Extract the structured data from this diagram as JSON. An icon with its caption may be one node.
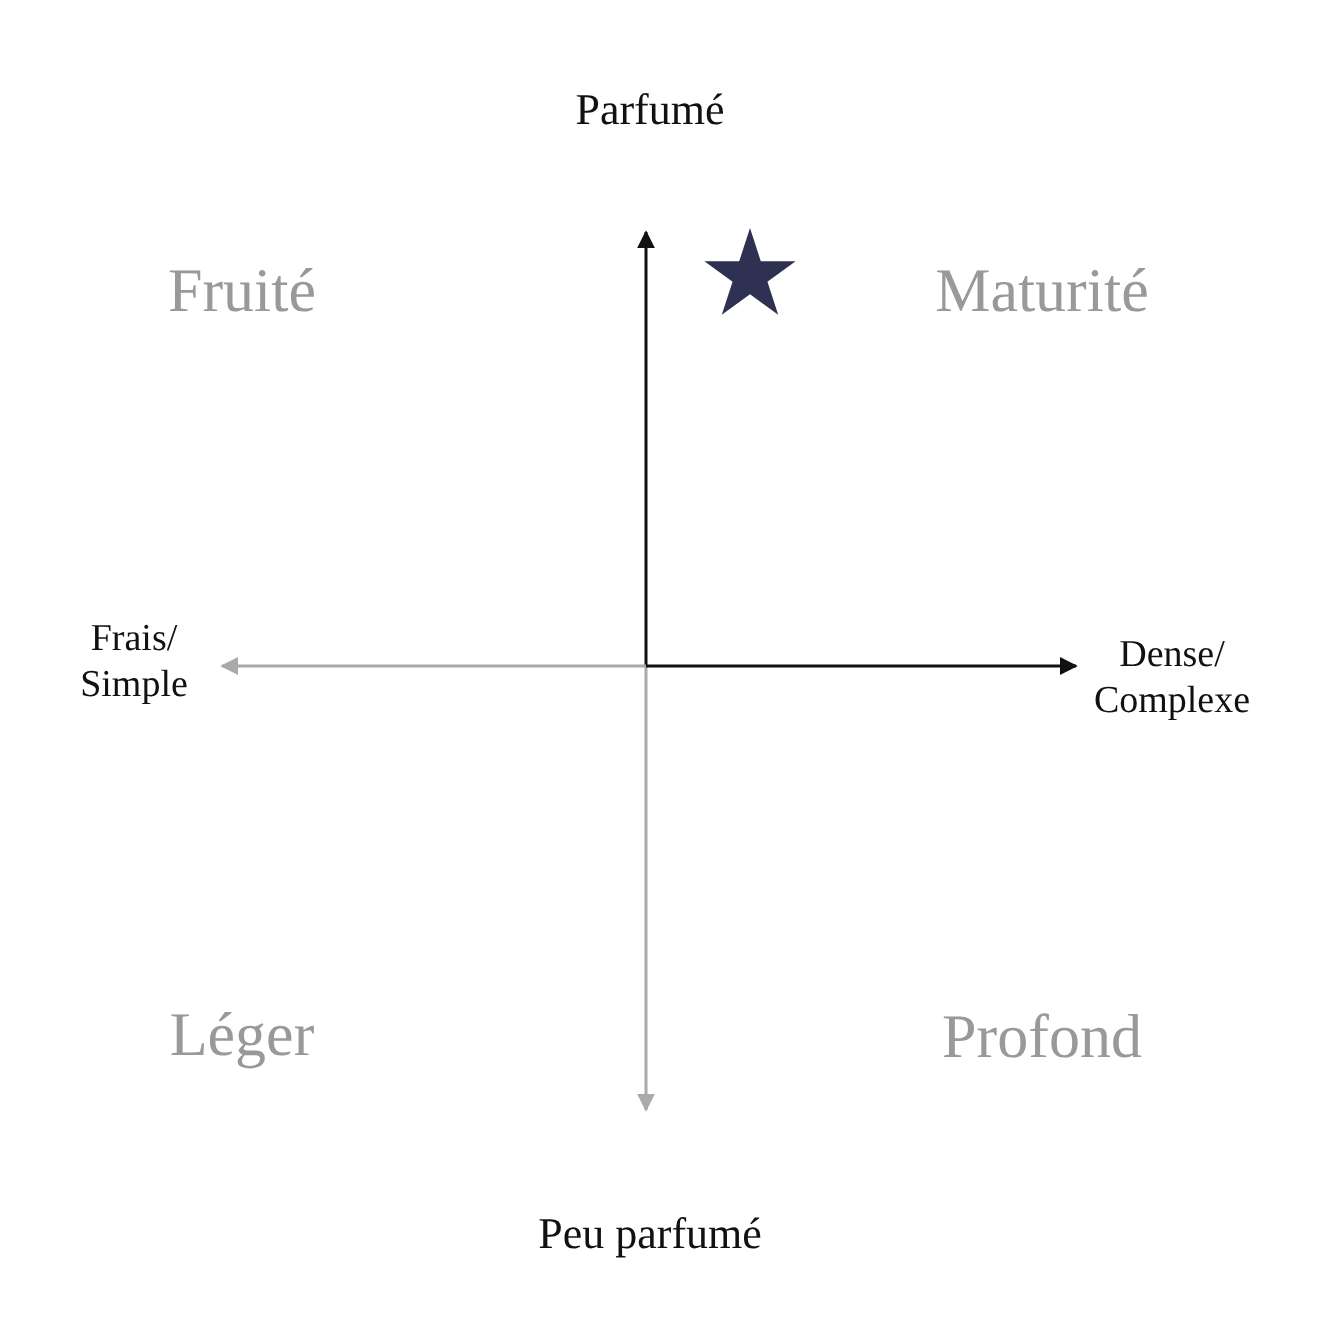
{
  "diagram": {
    "labels": [
      "Parfumé",
      "Fruité",
      "Maturité",
      "Frais/ Simple",
      "Dense/ Complexe",
      "Léger",
      "Profond",
      "Peu parfumé"
    ]
  }
}
